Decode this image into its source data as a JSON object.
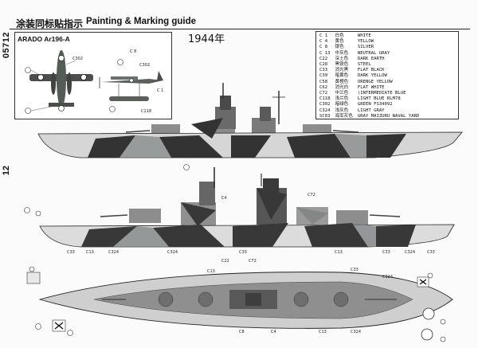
{
  "side_number": "05712",
  "page_number": "12",
  "header": {
    "title_cn": "涂装同标贴指示",
    "title_en": "Painting & Marking guide"
  },
  "aircraft": {
    "title": "ARADO Ar196-A",
    "callouts": [
      "C302",
      "C 8",
      "C302",
      "C 1",
      "C118"
    ]
  },
  "year_label": "1944年",
  "legend": [
    {
      "code": "C 1",
      "cn": "白色",
      "en": "WHITE",
      "color": "#ffffff"
    },
    {
      "code": "C 4",
      "cn": "黄色",
      "en": "YELLOW",
      "color": "#f2d23a"
    },
    {
      "code": "C 8",
      "cn": "银色",
      "en": "SILVER",
      "color": "#c0c0c0"
    },
    {
      "code": "C 13",
      "cn": "中灰色",
      "en": "NEUTRAL GRAY",
      "color": "#8a8a8a"
    },
    {
      "code": "C22",
      "cn": "深土色",
      "en": "DARK EARTH",
      "color": "#6b5238"
    },
    {
      "code": "C28",
      "cn": "黑铁色",
      "en": "STEEL",
      "color": "#4a4a4a"
    },
    {
      "code": "C33",
      "cn": "消光黑",
      "en": "FLAT BLACK",
      "color": "#1a1a1a"
    },
    {
      "code": "C39",
      "cn": "暗黄色",
      "en": "DARK YELLOW",
      "color": "#b9962e"
    },
    {
      "code": "C58",
      "cn": "黄橙色",
      "en": "ORENGE YELLOW",
      "color": "#e89a2a"
    },
    {
      "code": "C62",
      "cn": "消光白",
      "en": "FLAT WHITE",
      "color": "#f4f4f0"
    },
    {
      "code": "C72",
      "cn": "中兰色",
      "en": "(INTERMEDIATE BLUE",
      "color": "#5878a0"
    },
    {
      "code": "C118",
      "cn": "浅兰色",
      "en": "LIGHT BLUE RLM78",
      "color": "#9dbbd0"
    },
    {
      "code": "C302",
      "cn": "暗绿色",
      "en": "GREEN FS34092",
      "color": "#2f4a34"
    },
    {
      "code": "C324",
      "cn": "浅灰色",
      "en": "LIGHT GRAY",
      "color": "#b8b8b8"
    },
    {
      "code": "SC03",
      "cn": "海军灰色",
      "en": "GRAY MAIZURU NAVAL YARD",
      "color": "#7d8183"
    }
  ],
  "ship_labels": {
    "profile2": [
      "C4",
      "C72",
      "C33",
      "C13",
      "C324",
      "C324",
      "C33",
      "C13",
      "C33",
      "C324",
      "C33"
    ],
    "plan": [
      "C22",
      "C72",
      "C13",
      "C33",
      "C324",
      "C13",
      "C324",
      "C4",
      "C8"
    ]
  }
}
